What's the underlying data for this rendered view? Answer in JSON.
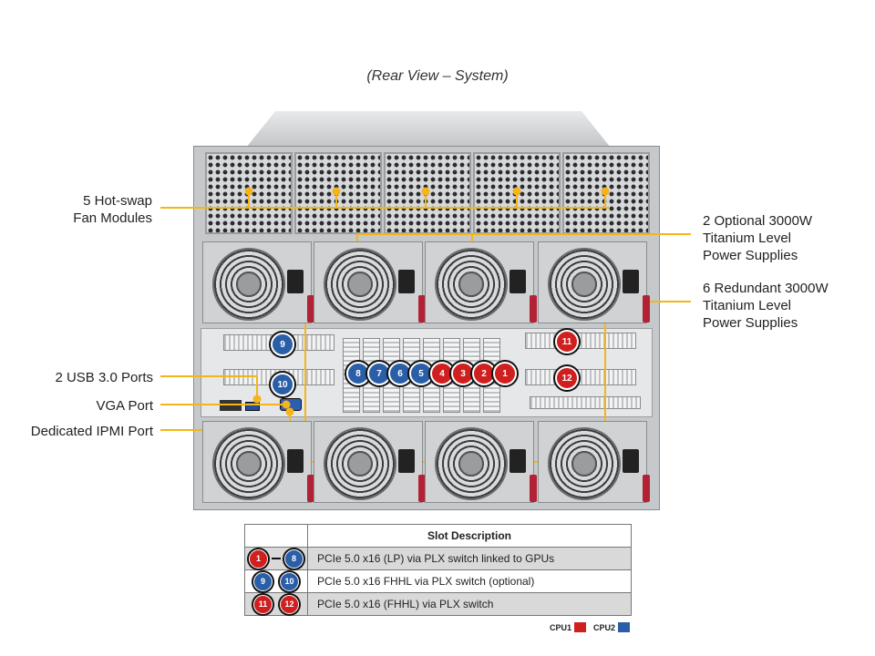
{
  "caption": "(Rear View – System)",
  "labels": {
    "fan_modules": [
      "5 Hot-swap",
      "Fan Modules"
    ],
    "usb": "2 USB 3.0 Ports",
    "vga": "VGA Port",
    "ipmi": "Dedicated IPMI Port",
    "optional_psu": [
      "2 Optional 3000W",
      "Titanium Level",
      "Power Supplies"
    ],
    "redundant_psu": [
      "6 Redundant  3000W",
      "Titanium Level",
      "Power Supplies"
    ]
  },
  "colors": {
    "callout": "#f4b41a",
    "cpu1": "#d01f1f",
    "cpu2": "#2a5fa8"
  },
  "slots": {
    "center": [
      {
        "n": "8",
        "cpu": "cpu2"
      },
      {
        "n": "7",
        "cpu": "cpu2"
      },
      {
        "n": "6",
        "cpu": "cpu2"
      },
      {
        "n": "5",
        "cpu": "cpu2"
      },
      {
        "n": "4",
        "cpu": "cpu1"
      },
      {
        "n": "3",
        "cpu": "cpu1"
      },
      {
        "n": "2",
        "cpu": "cpu1"
      },
      {
        "n": "1",
        "cpu": "cpu1"
      }
    ],
    "left": [
      {
        "n": "9",
        "cpu": "cpu2"
      },
      {
        "n": "10",
        "cpu": "cpu2"
      }
    ],
    "right": [
      {
        "n": "11",
        "cpu": "cpu1"
      },
      {
        "n": "12",
        "cpu": "cpu1"
      }
    ]
  },
  "table": {
    "header": "Slot Description",
    "rows": [
      {
        "badges": [
          {
            "n": "1",
            "cpu": "cpu1"
          },
          {
            "n": "8",
            "cpu": "cpu2"
          }
        ],
        "range": true,
        "desc": "PCIe 5.0 x16 (LP) via PLX switch linked to GPUs"
      },
      {
        "badges": [
          {
            "n": "9",
            "cpu": "cpu2"
          },
          {
            "n": "10",
            "cpu": "cpu2"
          }
        ],
        "range": false,
        "desc": "PCIe 5.0 x16 FHHL via PLX switch (optional)"
      },
      {
        "badges": [
          {
            "n": "11",
            "cpu": "cpu1"
          },
          {
            "n": "12",
            "cpu": "cpu1"
          }
        ],
        "range": false,
        "desc": "PCIe 5.0 x16 (FHHL) via PLX switch"
      }
    ]
  },
  "legend": [
    {
      "label": "CPU1",
      "color": "#d01f1f"
    },
    {
      "label": "CPU2",
      "color": "#2a5fa8"
    }
  ]
}
